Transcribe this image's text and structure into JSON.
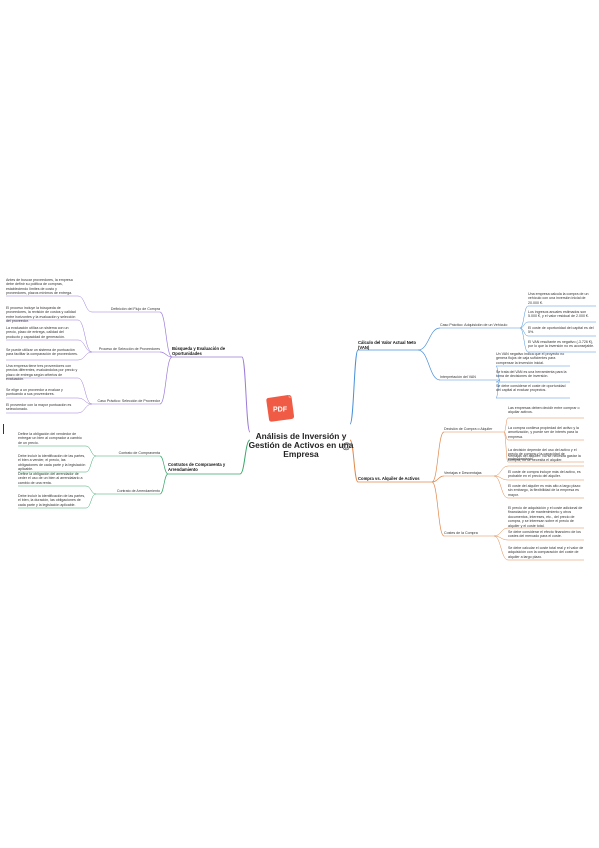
{
  "center": {
    "title": "Análisis de Inversión y Gestión de Activos en una Empresa",
    "pdf_badge": "PDF",
    "at_symbol": "@"
  },
  "colors": {
    "purple": "#9b7bd9",
    "green": "#3aa86b",
    "orange": "#e0874a",
    "blue": "#4a90d9",
    "pdf_red": "#ef5b44"
  },
  "purple": {
    "main": "Búsqueda y Evaluación de Oportunidades",
    "sub": [
      {
        "label": "Definición del Flujo de Compra",
        "leaves": [
          "Antes de buscar proveedores, la empresa debe definir su política de compras, estableciendo límites de costo y proveedores, plazos mínimos de entrega."
        ]
      },
      {
        "label": "Proceso de Selección de Proveedores",
        "leaves": [
          "El proceso incluye la búsqueda de proveedores, la revisión de costos y calidad entre horizontes y la evaluación y selección del proveedor.",
          "La evaluación utiliza un sistema con un precio, plazo de entrega, calidad del producto y capacidad de generación.",
          "Se puede utilizar un sistema de puntuación para facilitar la comparación de proveedores."
        ]
      },
      {
        "label": "Caso Práctico: Selección de Proveedor",
        "leaves": [
          "Una empresa tiene tres proveedores con precios diferentes, evaluándolos por precio y plazo de entrega según criterios de evaluación.",
          "Se elige a un proveedor a evaluar y puntuando a sus proveedores.",
          "El proveedor con la mayor puntuación es seleccionado."
        ]
      }
    ]
  },
  "green": {
    "main": "Contratos de Compraventa y Arrendamiento",
    "sub": [
      {
        "label": "Contrato de Compraventa",
        "leaves": [
          "Define la obligación del vendedor de entregar un bien al comprador a cambio de un precio.",
          "Debe incluir la identificación de las partes, el bien a vender, el precio, las obligaciones de cada parte y la legislación aplicable."
        ]
      },
      {
        "label": "Contrato de Arrendamiento",
        "leaves": [
          "Define la obligación del arrendador de ceder el uso de un bien al arrendatario a cambio de una renta.",
          "Debe incluir la identificación de las partes, el bien, la duración, las obligaciones de cada parte y la legislación aplicable."
        ]
      }
    ]
  },
  "blue": {
    "main": "Cálculo del Valor Actual Neto (VAN)",
    "sub": [
      {
        "label": "Caso Práctico: Adquisición de un Vehículo",
        "leaves": [
          "Una empresa calcula la compra de un vehículo con una inversión inicial de 20.000 €.",
          "Los ingresos anuales estimados son 5.000 €, y el valor residual de 2.000 €.",
          "El coste de oportunidad del capital es del 5%.",
          "El VAN resultante es negativo (-3.726 €), por lo que la inversión no es aconsejable."
        ]
      },
      {
        "label": "Interpretación del VAN",
        "leaves": [
          "Un VAN negativo indica que el proyecto no genera flujos de caja suficientes para compensar la inversión inicial.",
          "Se trata del VAN es una herramienta para la toma de decisiones de inversión.",
          "Se debe considerar el coste de oportunidad del capital al evaluar proyectos."
        ]
      }
    ]
  },
  "orange": {
    "main": "Compra vs. Alquiler de Activos",
    "sub": [
      {
        "label": "Decisión de Compra o Alquiler",
        "leaves": [
          "Las empresas deben decidir entre comprar o alquilar activos.",
          "La compra conlleva propiedad del activo y la amortización, y puede ser de interés para la empresa.",
          "La decisión depende del uso del activo y el precio de compra y la capacidad de endeudamiento."
        ]
      },
      {
        "label": "Ventajas e Desventajas",
        "leaves": [
          "Ventajas del alquiler: No se necesita gastar la compra, no se necesita el alquiler.",
          "El coste de compra incluye más del activo, es probable en el precio del alquiler.",
          "El coste del alquiler es más alto a largo plazo: sin embargo, la flexibilidad de la empresa es mayor."
        ]
      },
      {
        "label": "Costes de la Compra",
        "leaves": [
          "El precio de adquisición y el coste adicional de financiación y de mantenimiento y otros documentos, intereses, etc., del precio de compra, y se interesan sobre el precio de alquiler y el coste total.",
          "Se debe considerar el efecto financiero de los costes del mercado para el coste.",
          "Se debe calcular el coste total real y el valor de adquisición con la comparación del coste de alquiler a largo plazo."
        ]
      }
    ]
  }
}
